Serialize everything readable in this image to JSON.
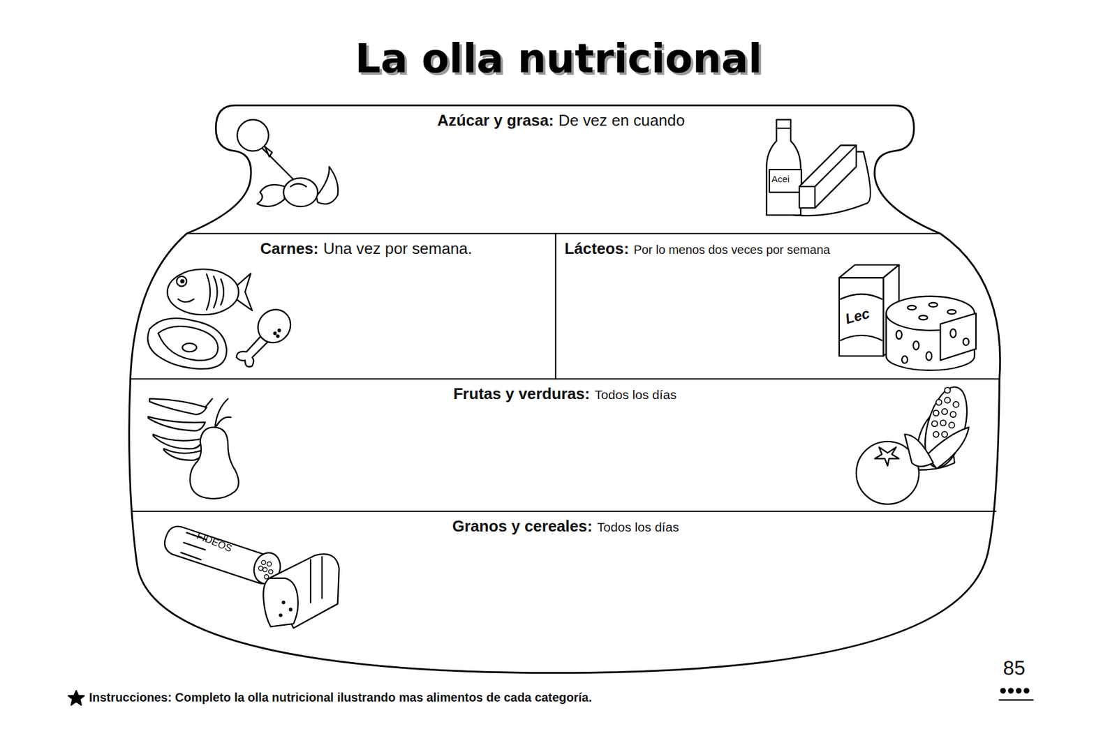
{
  "diagram": {
    "title": "La olla nutricional",
    "nodes": [
      {
        "text": [
          "Azúcar y grasa:",
          "De vez en cuando"
        ]
      },
      {
        "text": [
          "Carnes:",
          "Una vez por semana."
        ]
      },
      {
        "text": [
          "Lácteos:",
          "Por lo menos dos veces por semana"
        ]
      },
      {
        "text": [
          "Frutas y verduras:",
          "Todos los días"
        ]
      },
      {
        "text": [
          "Granos y cereales:",
          "Todos los días"
        ]
      }
    ],
    "labels": [
      "Acei",
      "Lec",
      "FIDEOS",
      "85",
      "Instrucciones: Completo la olla nutricional ilustrando mas alimentos de cada categoría."
    ]
  }
}
